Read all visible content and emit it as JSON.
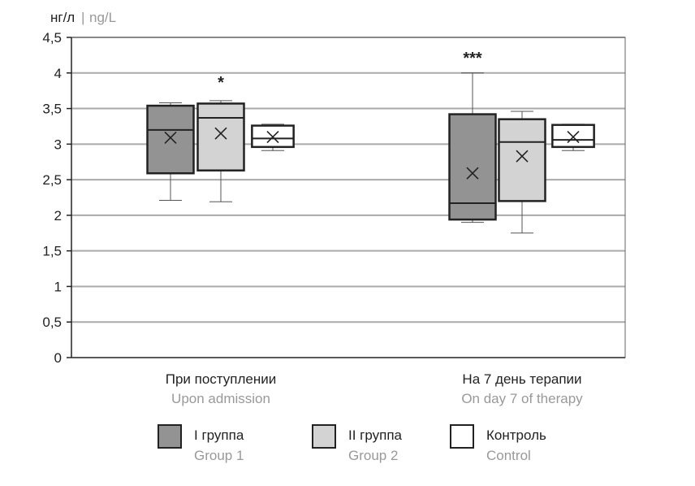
{
  "chart_data": {
    "type": "boxplot",
    "ylabel_ru": "нг/л",
    "ylabel_sep": "|",
    "ylabel_en": "ng/L",
    "ylim": [
      0,
      4.5
    ],
    "yticks": [
      "0",
      "0,5",
      "1",
      "1,5",
      "2",
      "2,5",
      "3",
      "3,5",
      "4",
      "4,5"
    ],
    "grid": true,
    "categories": [
      {
        "ru": "При поступлении",
        "en": "Upon admission",
        "annotation": "*"
      },
      {
        "ru": "На 7 день терапии",
        "en": "On day 7 of therapy",
        "annotation": "***"
      }
    ],
    "series": [
      {
        "name_ru": "I группа",
        "name_en": "Group 1",
        "color": "#939393",
        "boxes": [
          {
            "min": 2.21,
            "q1": 2.59,
            "median": 3.2,
            "q3": 3.54,
            "max": 3.58,
            "mean": 3.09
          },
          {
            "min": 1.9,
            "q1": 1.94,
            "median": 2.17,
            "q3": 3.42,
            "max": 4.0,
            "mean": 2.59
          }
        ]
      },
      {
        "name_ru": "II группа",
        "name_en": "Group 2",
        "color": "#d3d3d4",
        "boxes": [
          {
            "min": 2.19,
            "q1": 2.63,
            "median": 3.37,
            "q3": 3.57,
            "max": 3.61,
            "mean": 3.15
          },
          {
            "min": 1.75,
            "q1": 2.2,
            "median": 3.03,
            "q3": 3.35,
            "max": 3.46,
            "mean": 2.83
          }
        ]
      },
      {
        "name_ru": "Контроль",
        "name_en": "Control",
        "color": "#ffffff",
        "boxes": [
          {
            "min": 2.91,
            "q1": 2.96,
            "median": 3.08,
            "q3": 3.26,
            "max": 3.28,
            "mean": 3.1
          },
          {
            "min": 2.91,
            "q1": 2.96,
            "median": 3.06,
            "q3": 3.27,
            "max": 3.28,
            "mean": 3.1
          }
        ]
      }
    ]
  }
}
